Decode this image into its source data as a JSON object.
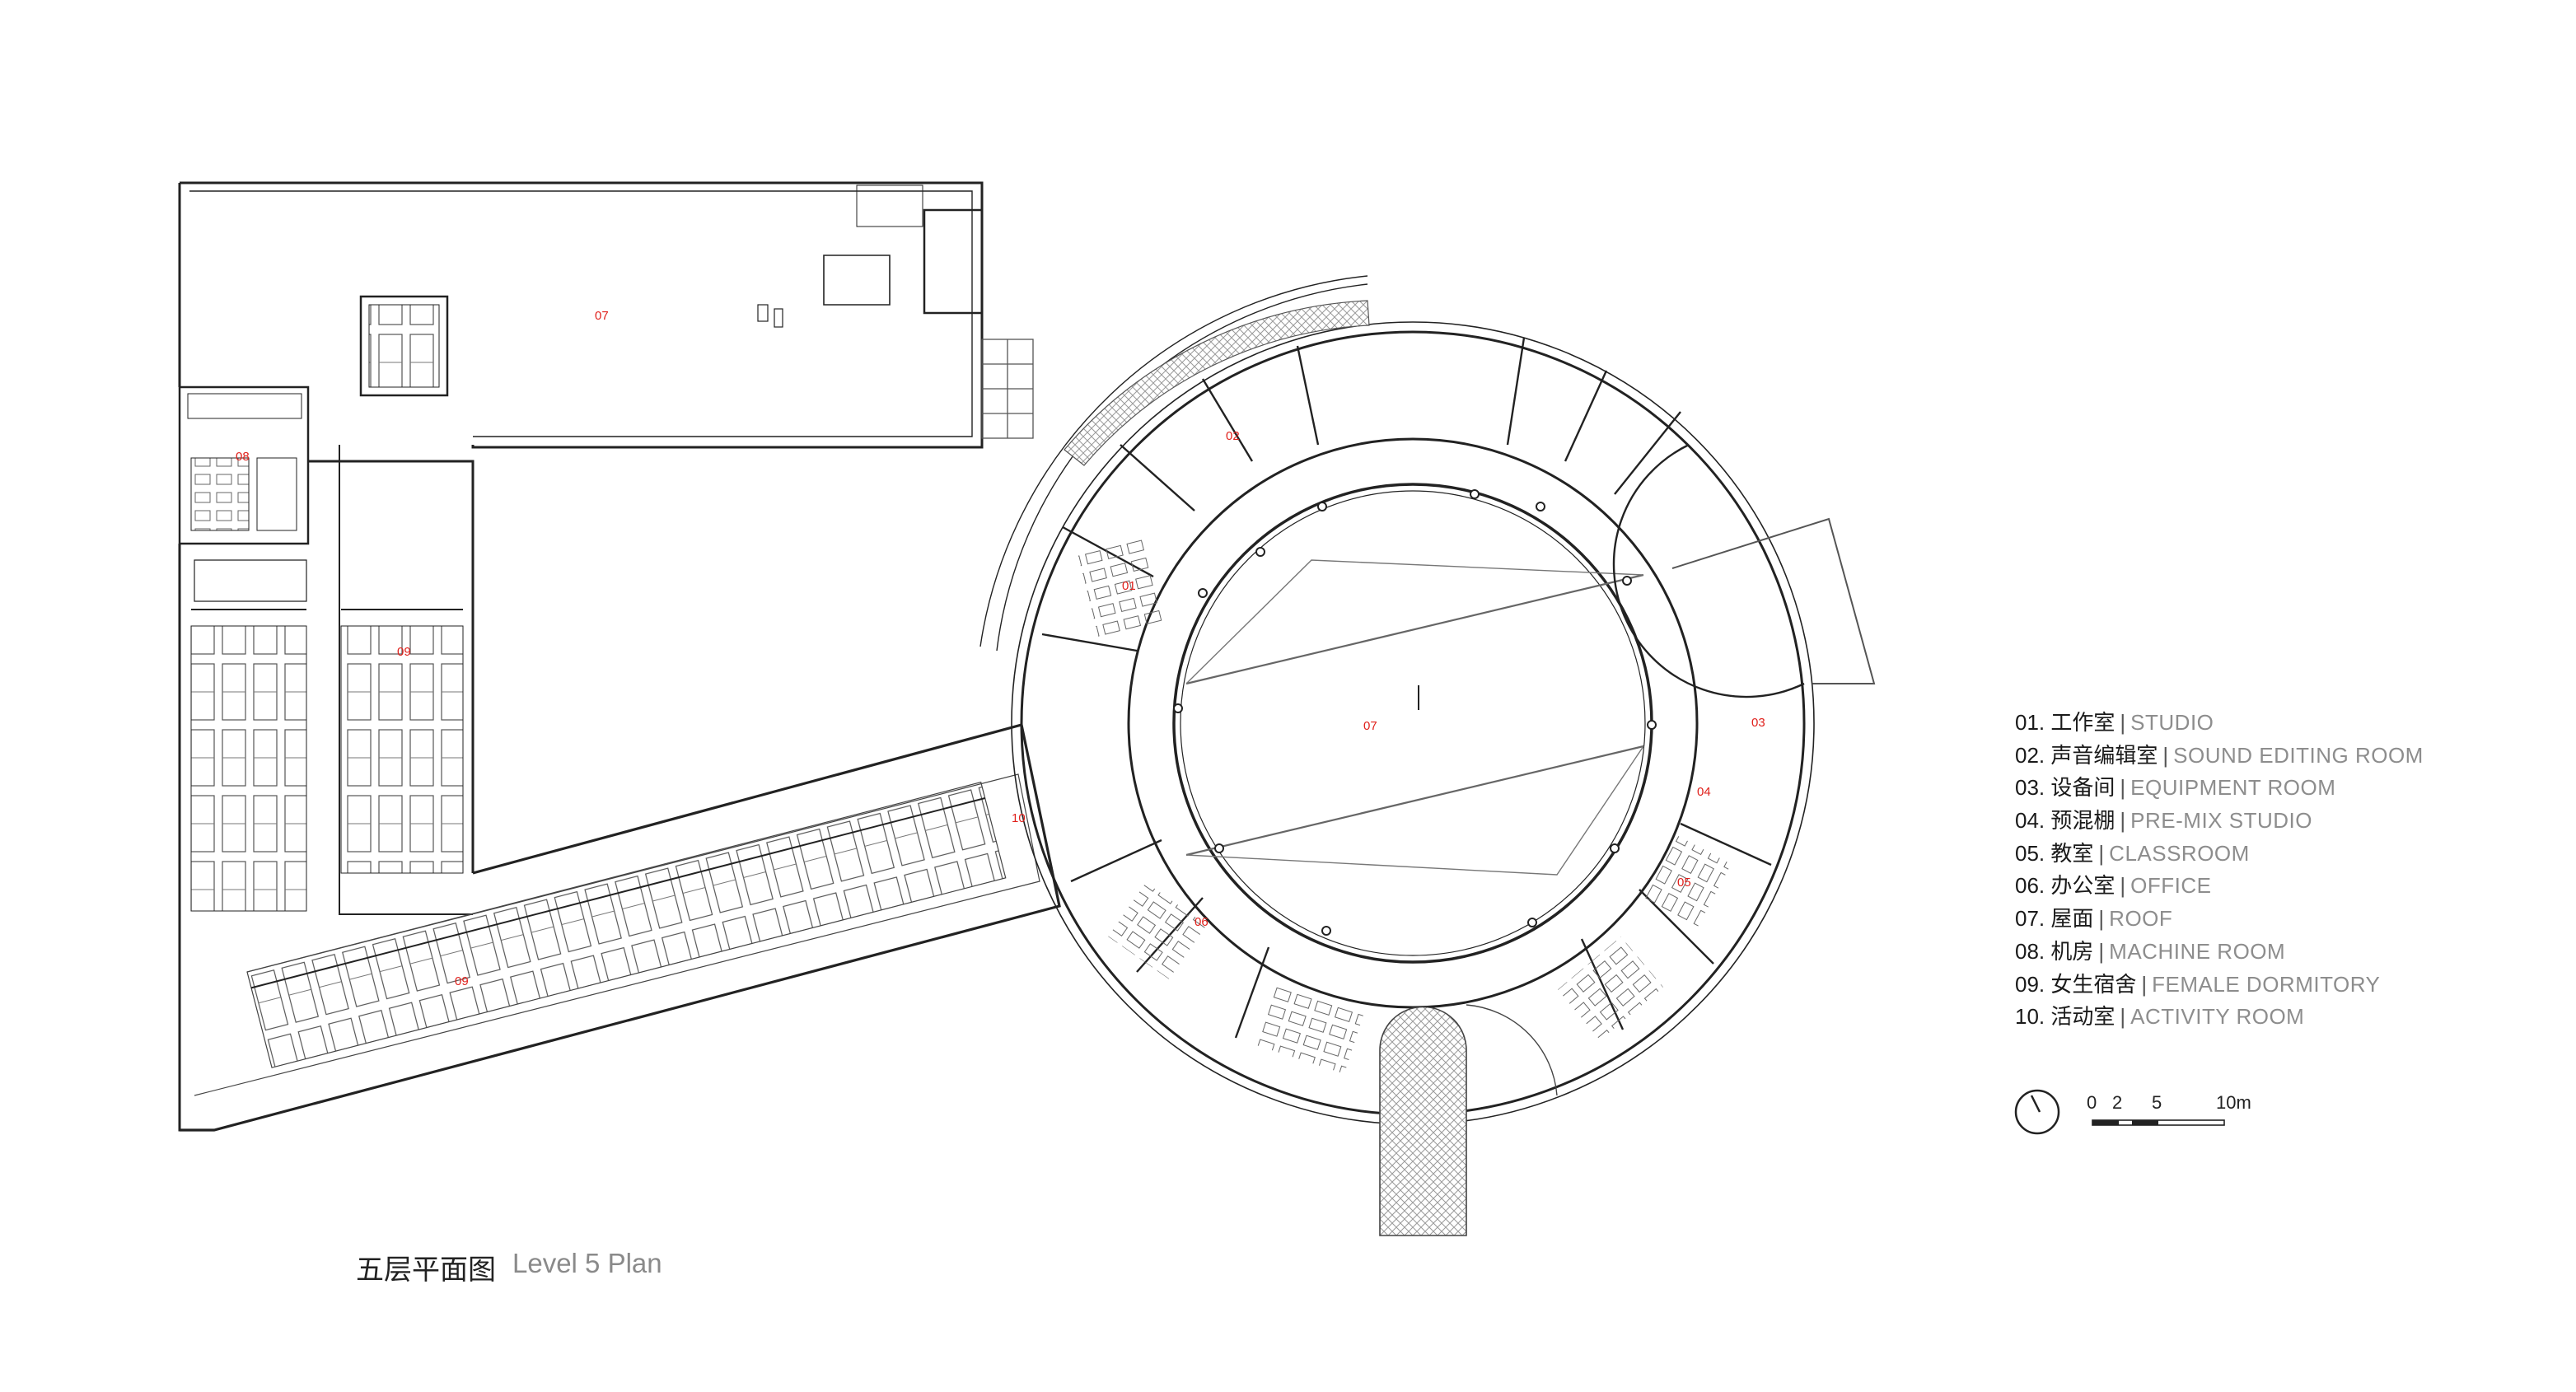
{
  "drawing": {
    "title_zh": "五层平面图",
    "title_en": "Level 5 Plan"
  },
  "room_tags": [
    "07",
    "08",
    "09",
    "09",
    "10",
    "02",
    "01",
    "07",
    "03",
    "04",
    "05",
    "06"
  ],
  "legend": [
    {
      "num": "01.",
      "zh": "工作室",
      "en": "STUDIO"
    },
    {
      "num": "02.",
      "zh": "声音编辑室",
      "en": "SOUND EDITING ROOM"
    },
    {
      "num": "03.",
      "zh": "设备间",
      "en": "EQUIPMENT ROOM"
    },
    {
      "num": "04.",
      "zh": "预混棚",
      "en": "PRE-MIX STUDIO"
    },
    {
      "num": "05.",
      "zh": "教室",
      "en": "CLASSROOM"
    },
    {
      "num": "06.",
      "zh": "办公室",
      "en": "OFFICE"
    },
    {
      "num": "07.",
      "zh": "屋面",
      "en": "ROOF"
    },
    {
      "num": "08.",
      "zh": "机房",
      "en": "MACHINE ROOM"
    },
    {
      "num": "09.",
      "zh": "女生宿舍",
      "en": "FEMALE DORMITORY"
    },
    {
      "num": "10.",
      "zh": "活动室",
      "en": "ACTIVITY ROOM"
    }
  ],
  "legend_separator": "|",
  "scale": {
    "labels": [
      "0",
      "2",
      "5",
      "10m"
    ]
  },
  "icons": [
    "north-arrow-icon",
    "scale-bar-icon"
  ],
  "colors": {
    "room_tag": "#e0201b",
    "linework": "#222222",
    "legend_en": "#8d8d8d"
  }
}
